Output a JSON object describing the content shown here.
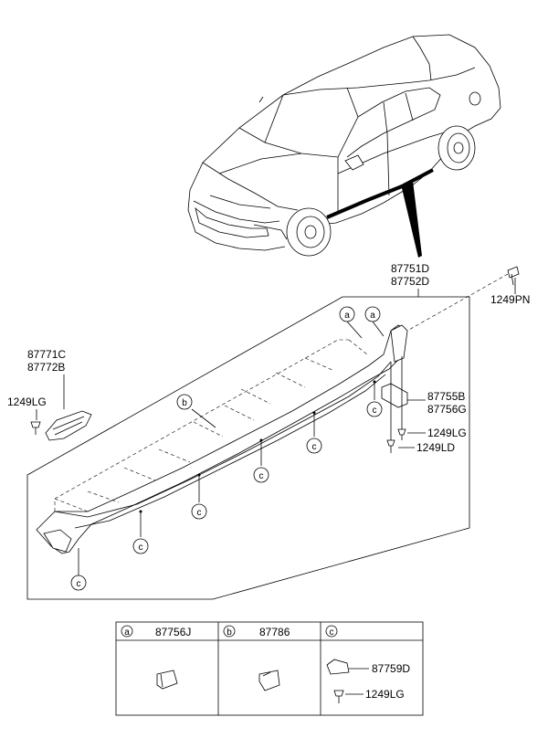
{
  "parts": {
    "molding_main": [
      "87751D",
      "87752D"
    ],
    "garnish_front": [
      "87771C",
      "87772B"
    ],
    "screw_top_right": "1249PN",
    "screw_front": "1249LG",
    "garnish_rear": [
      "87755B",
      "87756G"
    ],
    "screw_rear_1": "1249LG",
    "screw_rear_2": "1249LD"
  },
  "callouts": {
    "a": "a",
    "b": "b",
    "c": "c"
  },
  "legend": {
    "a_part": "87756J",
    "b_part": "87786",
    "c_part_1": "87759D",
    "c_part_2": "1249LG"
  }
}
